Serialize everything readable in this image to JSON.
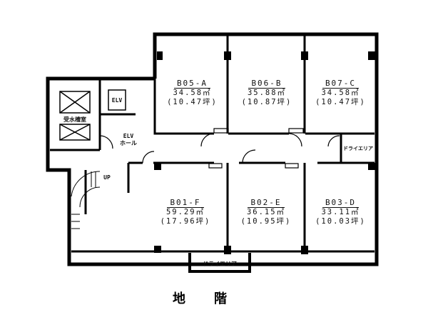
{
  "plan": {
    "title": "地階",
    "units": [
      {
        "code": "B05-A",
        "area": "34.58㎡",
        "tsubo": "(10.47坪)"
      },
      {
        "code": "B06-B",
        "area": "35.88㎡",
        "tsubo": "(10.87坪)"
      },
      {
        "code": "B07-C",
        "area": "34.58㎡",
        "tsubo": "(10.47坪)"
      },
      {
        "code": "B01-F",
        "area": "59.29㎡",
        "tsubo": "(17.96坪)"
      },
      {
        "code": "B02-E",
        "area": "36.15㎡",
        "tsubo": "(10.95坪)"
      },
      {
        "code": "B03-D",
        "area": "33.11㎡",
        "tsubo": "(10.03坪)"
      }
    ],
    "rooms": {
      "water_tank": "受水槽室",
      "elevator": "ELV",
      "elevator_hall_1": "ELV",
      "elevator_hall_2": "ホール",
      "stairs_up": "UP",
      "dry_area_right": "ドライエリア",
      "dry_area_bottom": "ドライエリア"
    }
  }
}
